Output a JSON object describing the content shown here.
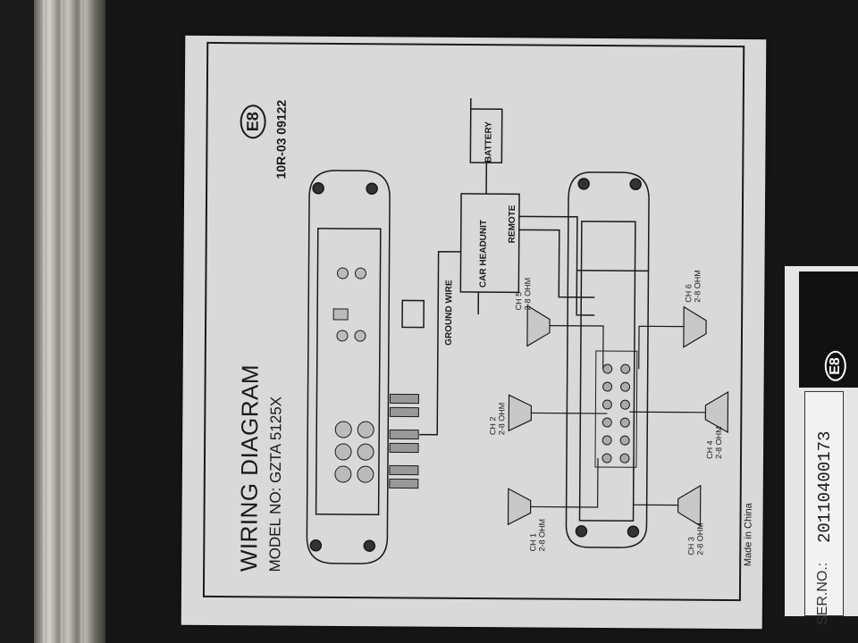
{
  "diagram": {
    "title": "WIRING DIAGRAM",
    "model": "MODEL NO: GZTA 5125X",
    "cert_mark": "E8",
    "cert_code": "10R-03 09122",
    "battery": "BATTERY",
    "headunit": "CAR HEADUNIT",
    "remote": "REMOTE",
    "ground_wire": "GROUND WIRE",
    "made_in": "Made in China",
    "channels": [
      {
        "name": "CH 1",
        "ohm": "2-8 OHM"
      },
      {
        "name": "CH 2",
        "ohm": "2-8 OHM"
      },
      {
        "name": "CH 3",
        "ohm": "2-8 OHM"
      },
      {
        "name": "CH 4",
        "ohm": "2-8 OHM"
      },
      {
        "name": "CH 5",
        "ohm": "2-8 OHM"
      },
      {
        "name": "CH 6",
        "ohm": "2-8 OHM"
      }
    ]
  },
  "sticker": {
    "cert_mark": "E8",
    "ser_label": "SER.NO.:",
    "serial": "20110400173"
  },
  "colors": {
    "plate": "#d9d9d9",
    "line": "#1a1a1a"
  }
}
